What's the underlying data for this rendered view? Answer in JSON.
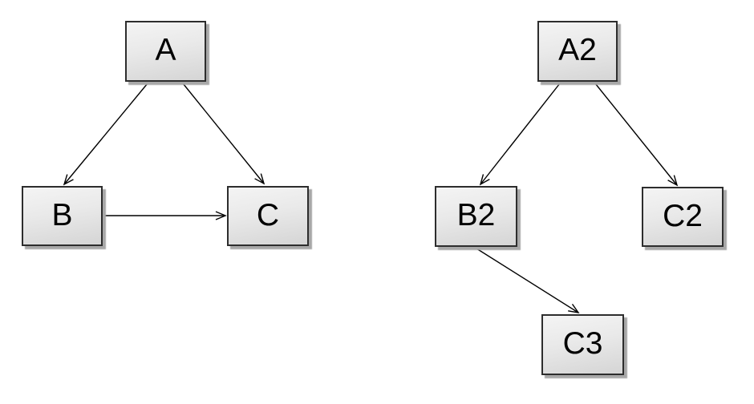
{
  "page": {
    "background_color": "#ffffff"
  },
  "diagram": {
    "style": {
      "node_fill_top": "#f4f4f4",
      "node_fill_bottom": "#d5d5d5",
      "node_border_color": "#2d2d2d",
      "node_shadow_color": "#a8a8a8",
      "edge_color": "#000000",
      "label_color": "#000000"
    },
    "left_graph": {
      "nodes": [
        {
          "id": "A",
          "label": "A"
        },
        {
          "id": "B",
          "label": "B"
        },
        {
          "id": "C",
          "label": "C"
        }
      ],
      "edges": [
        {
          "from": "A",
          "to": "B"
        },
        {
          "from": "A",
          "to": "C"
        },
        {
          "from": "B",
          "to": "C"
        }
      ]
    },
    "right_graph": {
      "nodes": [
        {
          "id": "A2",
          "label": "A2"
        },
        {
          "id": "B2",
          "label": "B2"
        },
        {
          "id": "C2",
          "label": "C2"
        },
        {
          "id": "C3",
          "label": "C3"
        }
      ],
      "edges": [
        {
          "from": "A2",
          "to": "B2"
        },
        {
          "from": "A2",
          "to": "C2"
        },
        {
          "from": "B2",
          "to": "C3"
        }
      ]
    }
  }
}
